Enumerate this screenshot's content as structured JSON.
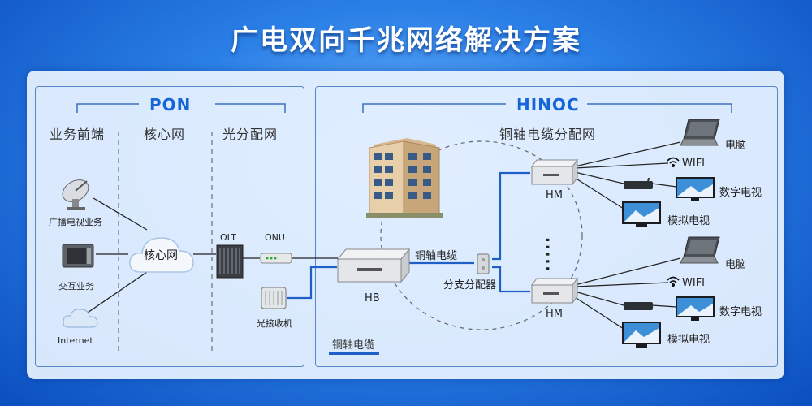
{
  "title": "广电双向千兆网络解决方案",
  "pon": {
    "heading": "PON",
    "columns": [
      "业务前端",
      "核心网",
      "光分配网"
    ],
    "sources": [
      "广播电视业务",
      "交互业务",
      "Internet"
    ],
    "core_label": "核心网",
    "olt": "OLT",
    "onu": "ONU",
    "receiver": "光接收机"
  },
  "hinoc": {
    "heading": "HINOC",
    "subtitle": "铜轴电缆分配网",
    "hb": "HB",
    "cable_label": "铜轴电缆",
    "splitter_label": "分支分配器",
    "hm": "HM",
    "dots": ".....",
    "footer_label": "铜轴电缆",
    "endpoints": [
      "电脑",
      "WIFI",
      "数字电视",
      "模拟电视"
    ]
  },
  "colors": {
    "accent": "#1565d8",
    "line_blue": "#1f5fc8",
    "line_dark": "#1a1a1a"
  }
}
